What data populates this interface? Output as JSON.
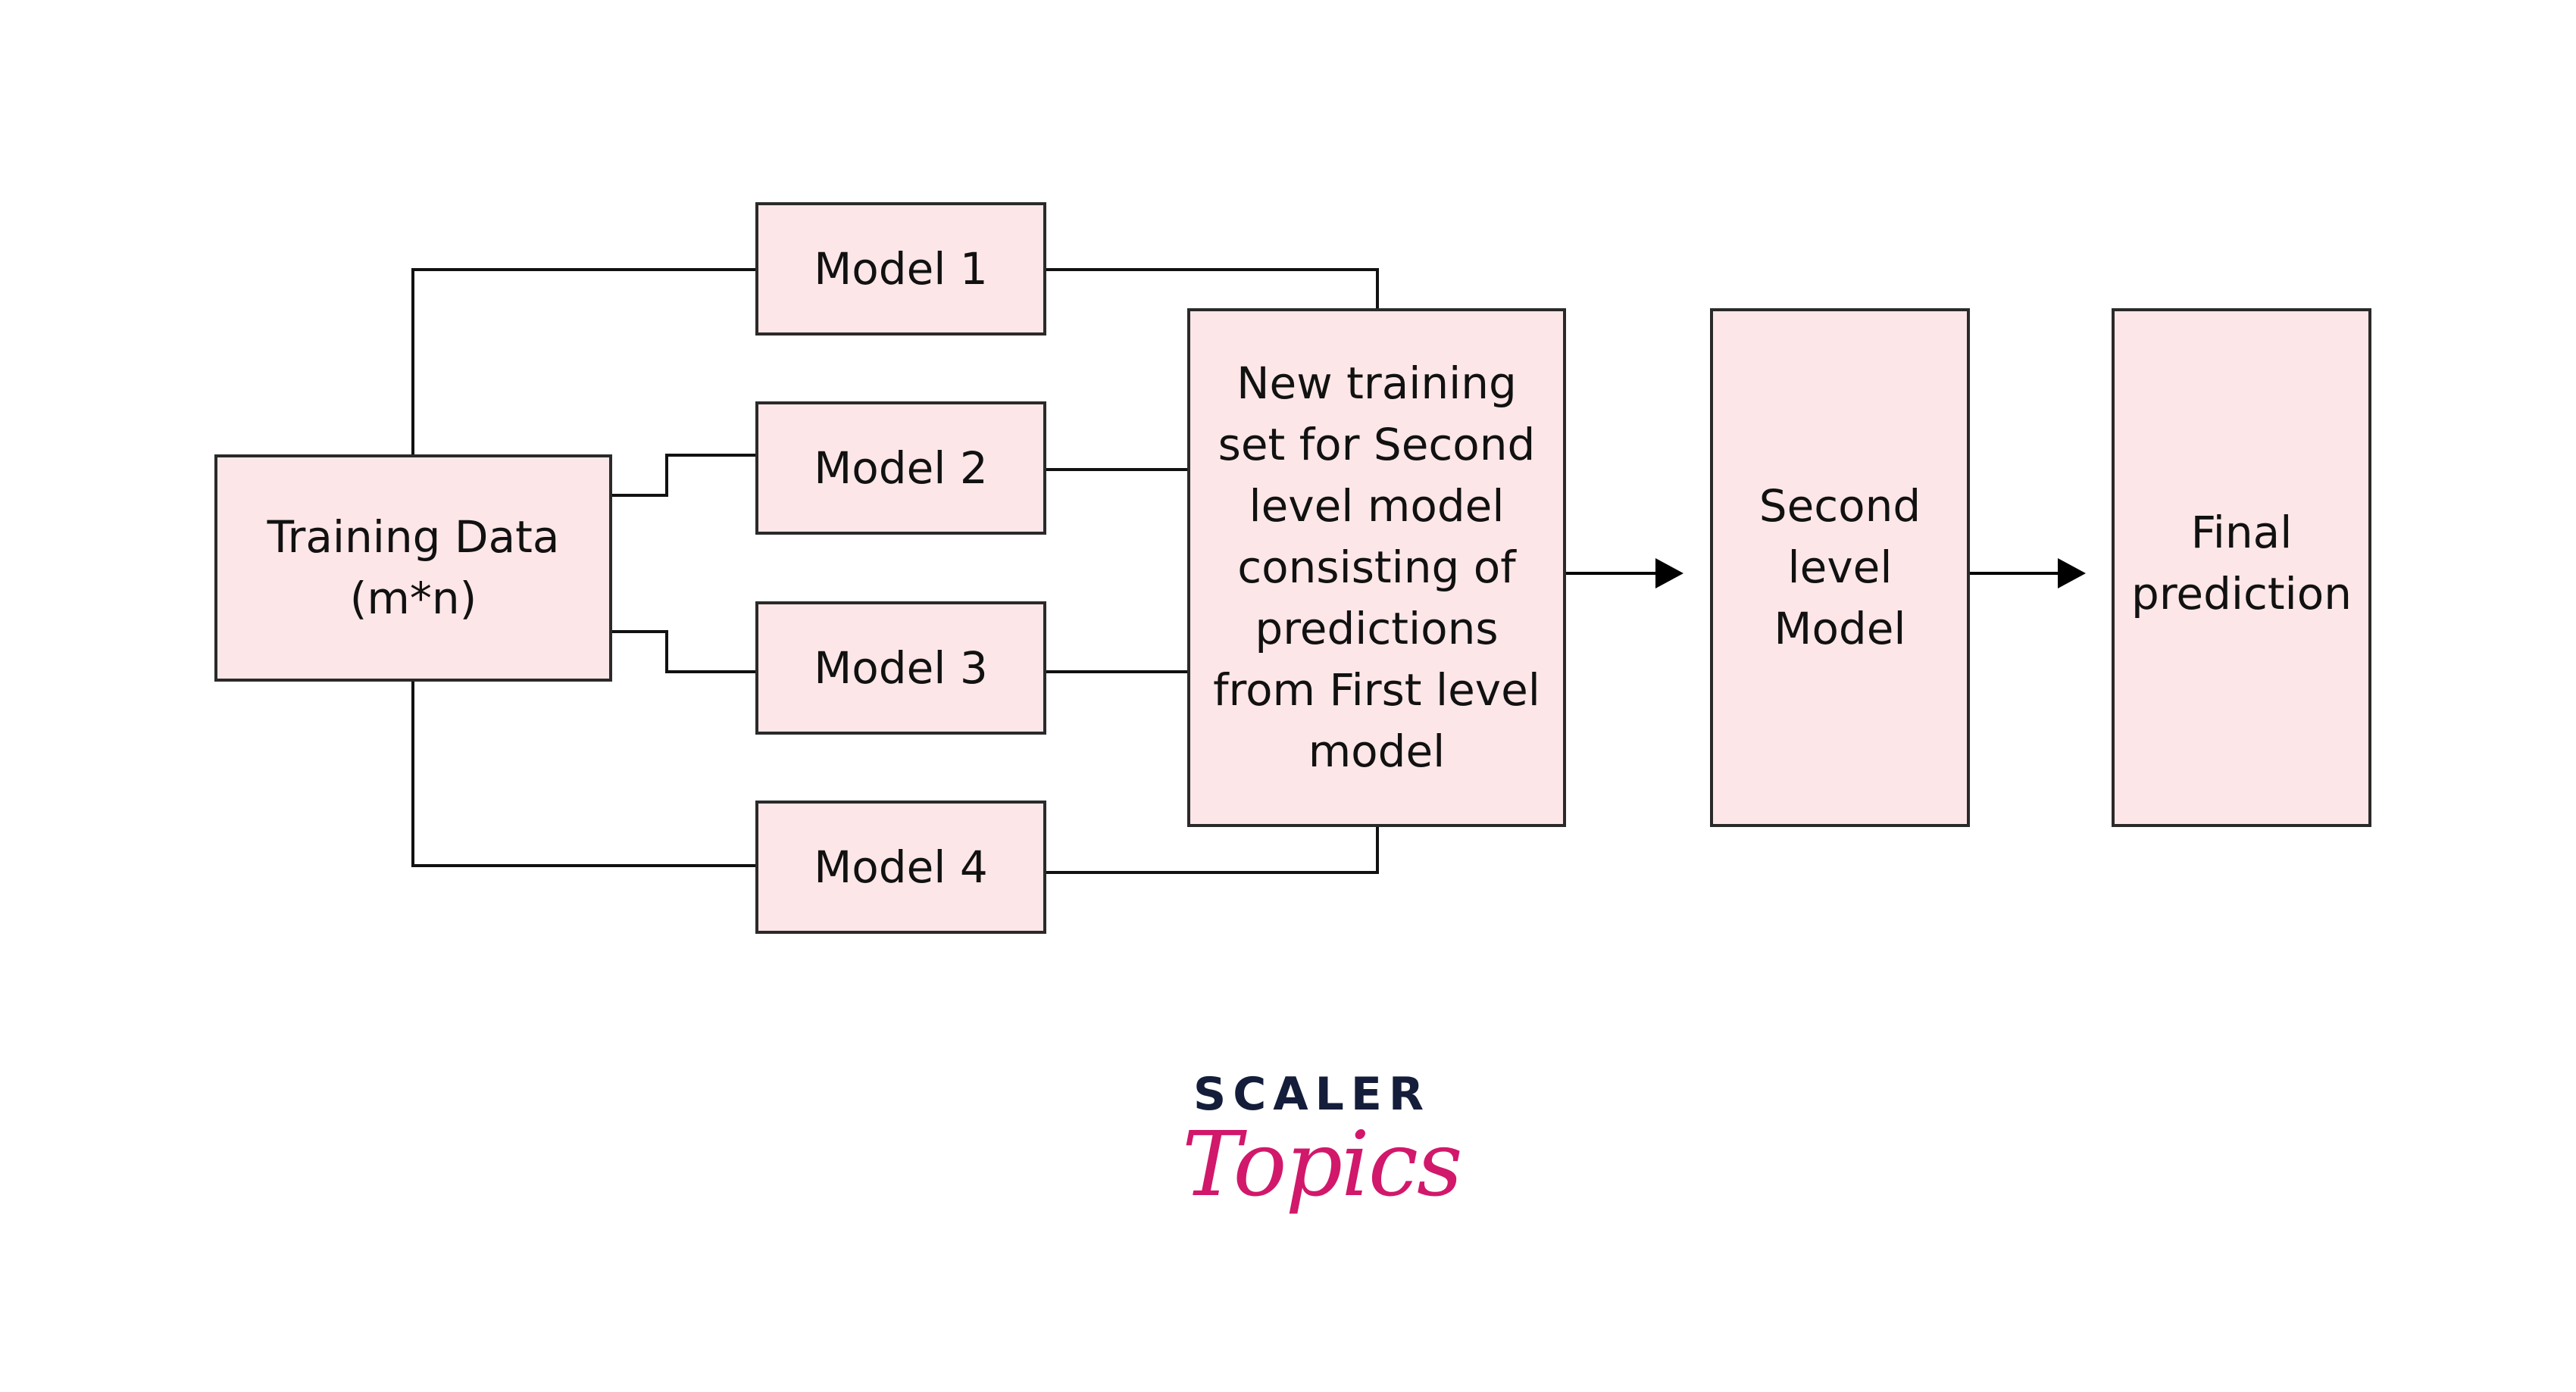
{
  "nodes": {
    "training_data": "Training Data\n(m*n)",
    "model_1": "Model 1",
    "model_2": "Model 2",
    "model_3": "Model 3",
    "model_4": "Model 4",
    "new_training_set": "New training\nset for Second\nlevel model\nconsisting of\npredictions\nfrom First level\nmodel",
    "second_level_model": "Second\nlevel\nModel",
    "final_prediction": "Final\nprediction"
  },
  "logo": {
    "top": "SCALER",
    "bottom": "Topics"
  },
  "colors": {
    "box_fill": "#fde6e7",
    "box_stroke": "#2a2a2a",
    "logo_dark": "#141d3a",
    "logo_accent": "#d1186b"
  }
}
